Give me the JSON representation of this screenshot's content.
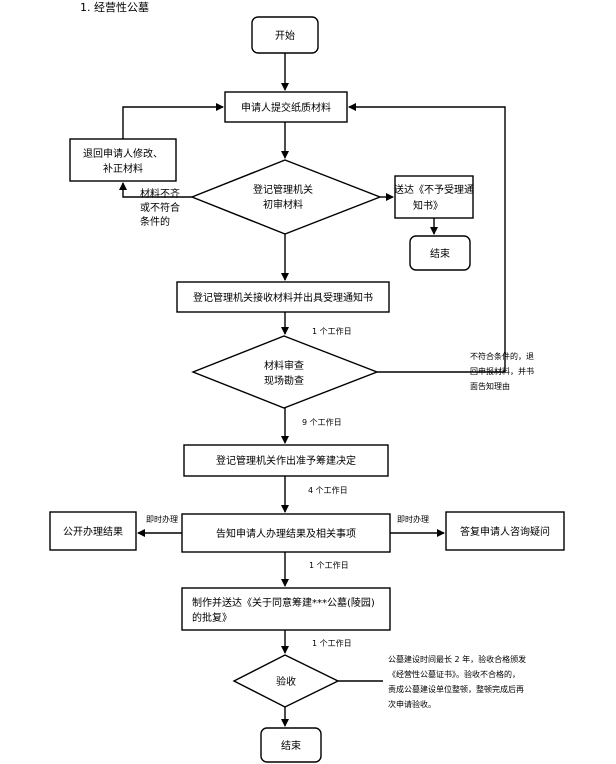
{
  "heading": "1. 经营性公墓",
  "nodes": {
    "start": "开始",
    "submit": "申请人提交纸质材料",
    "return_line1": "退回申请人修改、",
    "return_line2": "补正材料",
    "prelim_line1": "登记管理机关",
    "prelim_line2": "初审材料",
    "notice_line1": "送达《不予受理通",
    "notice_line2": "知书》",
    "end1": "结束",
    "receipt": "登记管理机关接收材料并出具受理通知书",
    "review_line1": "材料审查",
    "review_line2": "现场勘查",
    "decision": "登记管理机关作出准予筹建决定",
    "public": "公开办理结果",
    "inform": "告知申请人办理结果及相关事项",
    "reply": "答复申请人咨询疑问",
    "produce_line1": "制作并送达《关于同意筹建***公墓(陵园)",
    "produce_line2": "的批复》",
    "accept": "验收",
    "end2": "结束"
  },
  "labels": {
    "incomplete_line1": "材料不齐",
    "incomplete_line2": "或不符合",
    "incomplete_line3": "条件的",
    "day1_a": "1 个工作日",
    "not_qualified_line1": "不符合条件的，退",
    "not_qualified_line2": "回申报材料，并书",
    "not_qualified_line3": "面告知理由",
    "day9": "9 个工作日",
    "day4": "4 个工作日",
    "immediate_left": "即时办理",
    "immediate_right": "即时办理",
    "day1_b": "1 个工作日",
    "day1_c": "1 个工作日",
    "acceptance_line1": "公墓建设时间最长 2 年，验收合格颁发",
    "acceptance_line2": "《经营性公墓证书》。验收不合格的，",
    "acceptance_line3": "责成公墓建设单位整顿，整顿完成后再",
    "acceptance_line4": "次申请验收。"
  }
}
